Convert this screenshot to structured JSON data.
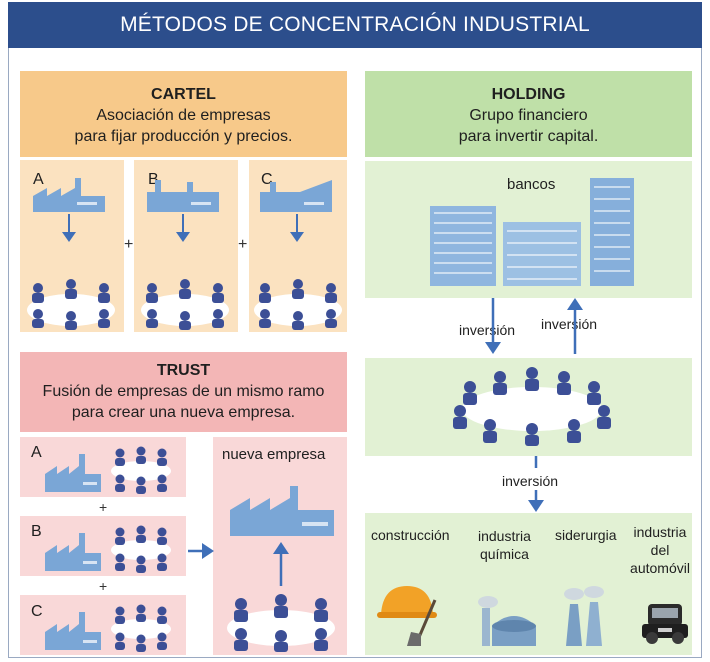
{
  "title": "MÉTODOS DE CONCENTRACIÓN INDUSTRIAL",
  "colors": {
    "banner": "#2c4e8c",
    "cartel": "#f7c98a",
    "cartel_light": "#fbe2c0",
    "trust": "#f3b6b6",
    "trust_light": "#f9d8d8",
    "holding": "#bfe0a8",
    "holding_light": "#e2f1d4",
    "arrow": "#3f6fb8",
    "figure": "#3c4f96"
  },
  "cartel": {
    "title": "CARTEL",
    "desc_line1": "Asociación de empresas",
    "desc_line2": "para fijar producción y precios.",
    "companies": [
      "A",
      "B",
      "C"
    ],
    "plus": "+"
  },
  "trust": {
    "title": "TRUST",
    "desc_line1": "Fusión de empresas de un mismo ramo",
    "desc_line2": "para crear una nueva empresa.",
    "companies": [
      "A",
      "B",
      "C"
    ],
    "plus": "+",
    "new_company": "nueva empresa"
  },
  "holding": {
    "title": "HOLDING",
    "desc_line1": "Grupo financiero",
    "desc_line2": "para invertir capital.",
    "banks": "bancos",
    "investment_down": "inversión",
    "investment_up": "inversión",
    "investment_sectors": "inversión",
    "sectors": {
      "construction": "construcción",
      "chemical_line1": "industria",
      "chemical_line2": "química",
      "steel": "siderurgia",
      "auto_line1": "industria",
      "auto_line2": "del",
      "auto_line3": "automóvil"
    }
  }
}
